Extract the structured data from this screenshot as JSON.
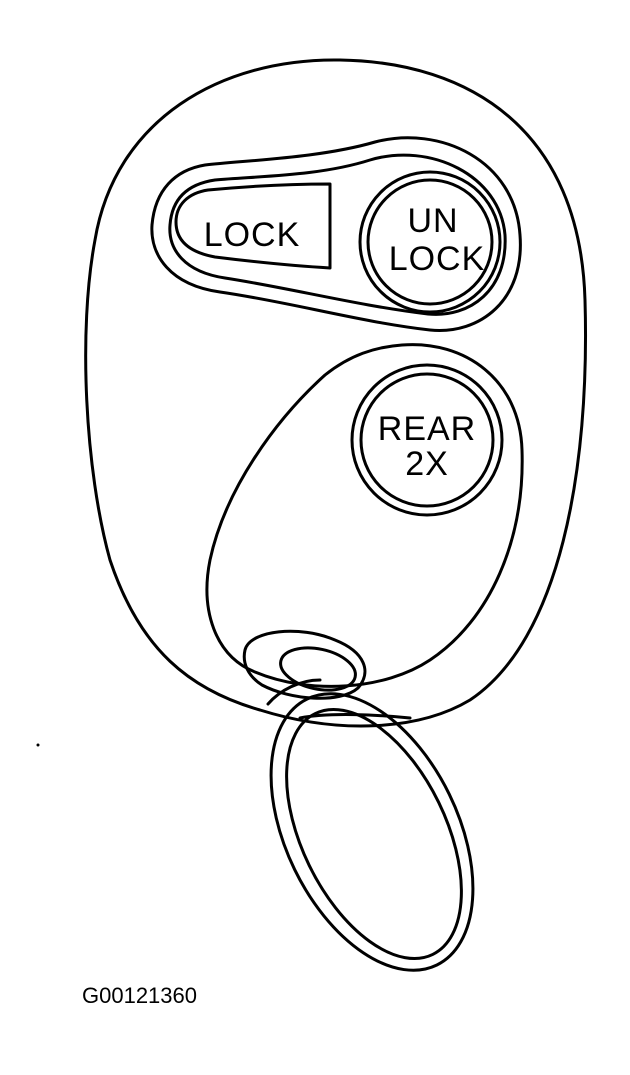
{
  "buttons": {
    "lock": {
      "label": "LOCK"
    },
    "unlock": {
      "line1": "UN",
      "line2": "LOCK"
    },
    "rear": {
      "line1": "REAR",
      "line2": "2X"
    }
  },
  "figure_id": "G00121360",
  "icons": {
    "fob": "key-fob-icon",
    "ring": "key-ring-icon"
  }
}
